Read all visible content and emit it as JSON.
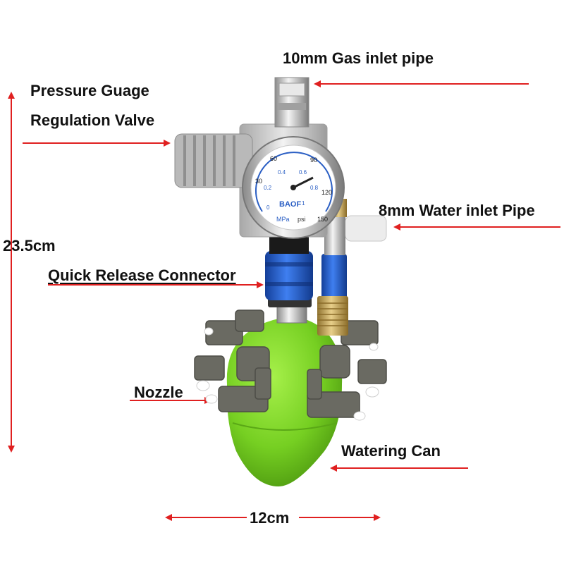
{
  "labels": {
    "gas_inlet": "10mm Gas inlet pipe",
    "pressure_gauge": "Pressure Guage",
    "regulation_valve": "Regulation Valve",
    "water_inlet": "8mm Water inlet Pipe",
    "height": "23.5cm",
    "quick_release": "Quick Release Connector",
    "nozzle": "Nozzle",
    "watering_can": "Watering Can",
    "width": "12cm"
  },
  "gauge": {
    "brand": "BAOF",
    "unit_mpa": "MPa",
    "unit_psi": "psi",
    "psi_ticks": [
      "30",
      "60",
      "90",
      "120",
      "150"
    ],
    "mpa_ticks": [
      "0",
      "0.2",
      "0.4",
      "0.6",
      "0.8",
      "1"
    ]
  },
  "colors": {
    "annotation_arrow": "#e02020",
    "can_green": "#7ed321",
    "connector_blue": "#1f5fd6",
    "nozzle_gray": "#6b6b63",
    "brass": "#c9a850"
  }
}
